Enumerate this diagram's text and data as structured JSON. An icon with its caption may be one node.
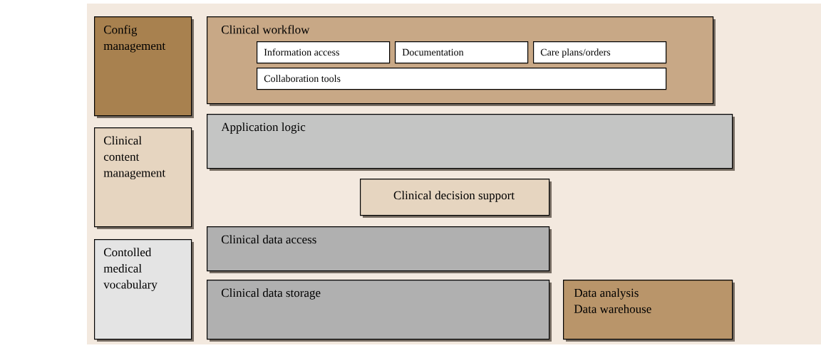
{
  "diagram": {
    "nodes": [
      {
        "text": [
          "Config management"
        ]
      },
      {
        "text": [
          "Clinical content management"
        ]
      },
      {
        "text": [
          "Contolled medical vocabulary"
        ]
      },
      {
        "text": [
          "Clinical workflow"
        ]
      },
      {
        "text": [
          "Information access"
        ],
        "in": 3
      },
      {
        "text": [
          "Documentation"
        ],
        "in": 3
      },
      {
        "text": [
          "Care plans/orders"
        ],
        "in": 3
      },
      {
        "text": [
          "Collaboration tools"
        ],
        "in": 3
      },
      {
        "text": [
          "Application logic"
        ]
      },
      {
        "text": [
          "Clinical decision support"
        ]
      },
      {
        "text": [
          "Clinical data access"
        ]
      },
      {
        "text": [
          "Clinical data storage"
        ]
      },
      {
        "text": [
          "Data analysis",
          "Data warehouse"
        ]
      }
    ]
  }
}
